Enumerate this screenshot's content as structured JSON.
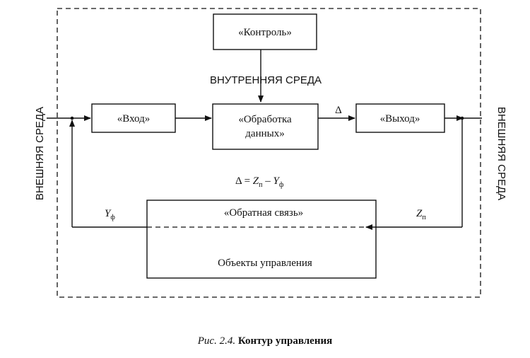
{
  "diagram": {
    "environment": {
      "internal": "ВНУТРЕННЯЯ СРЕДА",
      "external_left": "ВНЕШНЯЯ СРЕДА",
      "external_right": "ВНЕШНЯЯ СРЕДА"
    },
    "blocks": {
      "control": "«Контроль»",
      "input": "«Вход»",
      "processing_line1": "«Обработка",
      "processing_line2": "данных»",
      "output": "«Выход»",
      "feedback": "«Обратная связь»",
      "objects": "Объекты управления"
    },
    "symbols": {
      "delta": "Δ",
      "formula_lhs": "Δ = ",
      "z_letter": "Z",
      "z_sub": "п",
      "minus": " – ",
      "y_letter": "Y",
      "y_sub": "ф"
    },
    "caption": {
      "prefix": "Рис. 2.4.",
      "title": " Контур управления"
    }
  }
}
